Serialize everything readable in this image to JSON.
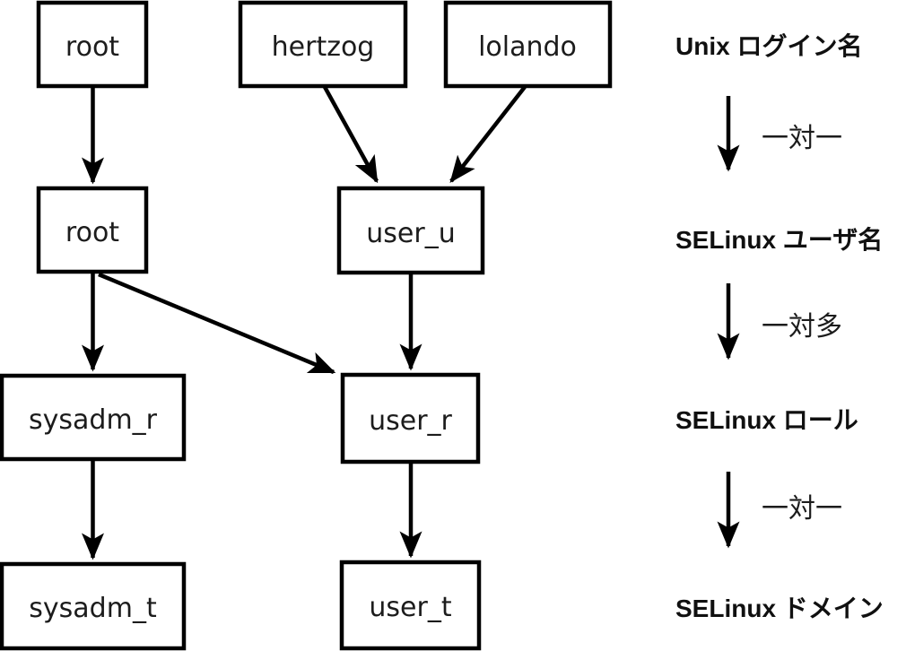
{
  "diagram": {
    "title_semantic": "SELinux identity mapping diagram",
    "colors": {
      "background": "#ffffff",
      "stroke": "#000000",
      "text": "#1c1c1c"
    },
    "nodes": [
      {
        "id": "unix-login-root",
        "level": "unix-login",
        "label": "root"
      },
      {
        "id": "unix-login-hertzog",
        "level": "unix-login",
        "label": "hertzog"
      },
      {
        "id": "unix-login-lolando",
        "level": "unix-login",
        "label": "lolando"
      },
      {
        "id": "selinux-user-root",
        "level": "selinux-user",
        "label": "root"
      },
      {
        "id": "selinux-user-user_u",
        "level": "selinux-user",
        "label": "user_u"
      },
      {
        "id": "selinux-role-sysadm_r",
        "level": "selinux-role",
        "label": "sysadm_r"
      },
      {
        "id": "selinux-role-user_r",
        "level": "selinux-role",
        "label": "user_r"
      },
      {
        "id": "selinux-domain-sysadm_t",
        "level": "selinux-domain",
        "label": "sysadm_t"
      },
      {
        "id": "selinux-domain-user_t",
        "level": "selinux-domain",
        "label": "user_t"
      }
    ],
    "edges": [
      {
        "from": "unix-login-root",
        "to": "selinux-user-root"
      },
      {
        "from": "unix-login-hertzog",
        "to": "selinux-user-user_u"
      },
      {
        "from": "unix-login-lolando",
        "to": "selinux-user-user_u"
      },
      {
        "from": "selinux-user-root",
        "to": "selinux-role-sysadm_r"
      },
      {
        "from": "selinux-user-root",
        "to": "selinux-role-user_r"
      },
      {
        "from": "selinux-user-user_u",
        "to": "selinux-role-user_r"
      },
      {
        "from": "selinux-role-sysadm_r",
        "to": "selinux-domain-sysadm_t"
      },
      {
        "from": "selinux-role-user_r",
        "to": "selinux-domain-user_t"
      }
    ],
    "legend": {
      "levels": [
        {
          "label": "Unix ログイン名"
        },
        {
          "label": "SELinux ユーザ名"
        },
        {
          "label": "SELinux ロール"
        },
        {
          "label": "SELinux ドメイン"
        }
      ],
      "relations": [
        {
          "label": "一対一"
        },
        {
          "label": "一対多"
        },
        {
          "label": "一対一"
        }
      ]
    }
  }
}
